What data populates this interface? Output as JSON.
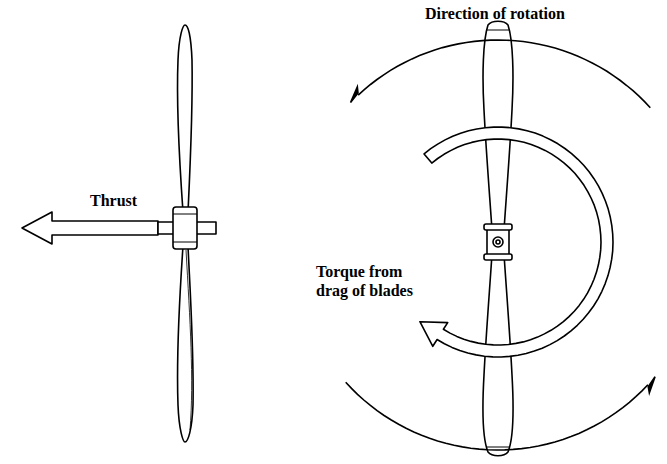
{
  "diagram": {
    "labels": [
      "Direction of rotation",
      "Thrust",
      "Torque from drag of blades"
    ]
  }
}
